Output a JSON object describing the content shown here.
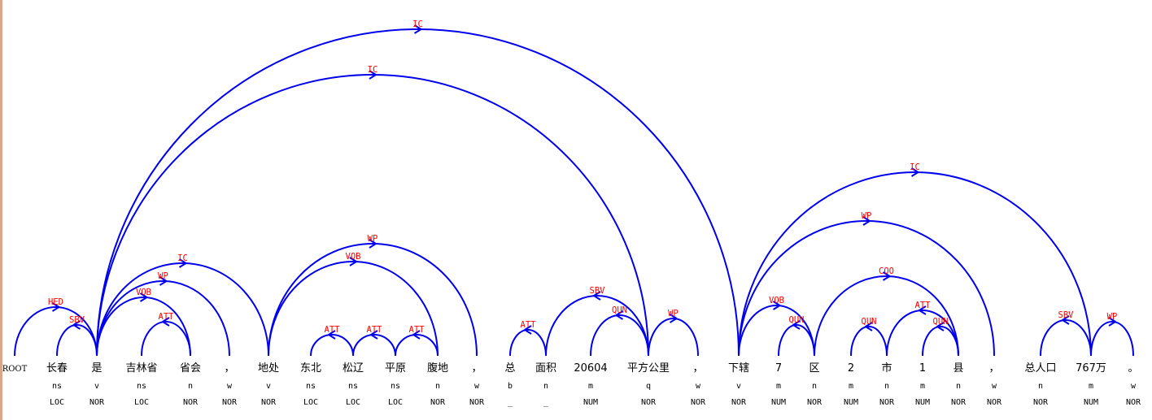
{
  "tokens": [
    {
      "word": "ROOT",
      "pos": "",
      "ne": ""
    },
    {
      "word": "长春",
      "pos": "ns",
      "ne": "LOC"
    },
    {
      "word": "是",
      "pos": "v",
      "ne": "NOR"
    },
    {
      "word": "吉林省",
      "pos": "ns",
      "ne": "LOC"
    },
    {
      "word": "省会",
      "pos": "n",
      "ne": "NOR"
    },
    {
      "word": "，",
      "pos": "w",
      "ne": "NOR"
    },
    {
      "word": "地处",
      "pos": "v",
      "ne": "NOR"
    },
    {
      "word": "东北",
      "pos": "ns",
      "ne": "LOC"
    },
    {
      "word": "松辽",
      "pos": "ns",
      "ne": "LOC"
    },
    {
      "word": "平原",
      "pos": "ns",
      "ne": "LOC"
    },
    {
      "word": "腹地",
      "pos": "n",
      "ne": "NOR"
    },
    {
      "word": "，",
      "pos": "w",
      "ne": "NOR"
    },
    {
      "word": "总",
      "pos": "b",
      "ne": "_"
    },
    {
      "word": "面积",
      "pos": "n",
      "ne": "_"
    },
    {
      "word": "20604",
      "pos": "m",
      "ne": "NUM"
    },
    {
      "word": "平方公里",
      "pos": "q",
      "ne": "NOR"
    },
    {
      "word": "，",
      "pos": "w",
      "ne": "NOR"
    },
    {
      "word": "下辖",
      "pos": "v",
      "ne": "NOR"
    },
    {
      "word": "7",
      "pos": "m",
      "ne": "NUM"
    },
    {
      "word": "区",
      "pos": "n",
      "ne": "NOR"
    },
    {
      "word": "2",
      "pos": "m",
      "ne": "NUM"
    },
    {
      "word": "市",
      "pos": "n",
      "ne": "NOR"
    },
    {
      "word": "1",
      "pos": "m",
      "ne": "NUM"
    },
    {
      "word": "县",
      "pos": "n",
      "ne": "NOR"
    },
    {
      "word": "，",
      "pos": "w",
      "ne": "NOR"
    },
    {
      "word": "总人口",
      "pos": "n",
      "ne": "NOR"
    },
    {
      "word": "767万",
      "pos": "m",
      "ne": "NUM"
    },
    {
      "word": "。",
      "pos": "w",
      "ne": "NOR"
    }
  ],
  "arcs": [
    {
      "head": 0,
      "dep": 2,
      "rel": "HED"
    },
    {
      "head": 2,
      "dep": 1,
      "rel": "SBV"
    },
    {
      "head": 2,
      "dep": 4,
      "rel": "VOB"
    },
    {
      "head": 4,
      "dep": 3,
      "rel": "ATT"
    },
    {
      "head": 2,
      "dep": 5,
      "rel": "WP"
    },
    {
      "head": 2,
      "dep": 6,
      "rel": "IC"
    },
    {
      "head": 6,
      "dep": 10,
      "rel": "VOB"
    },
    {
      "head": 6,
      "dep": 11,
      "rel": "WP"
    },
    {
      "head": 8,
      "dep": 7,
      "rel": "ATT"
    },
    {
      "head": 9,
      "dep": 8,
      "rel": "ATT"
    },
    {
      "head": 10,
      "dep": 9,
      "rel": "ATT"
    },
    {
      "head": 13,
      "dep": 12,
      "rel": "ATT"
    },
    {
      "head": 15,
      "dep": 13,
      "rel": "SBV"
    },
    {
      "head": 15,
      "dep": 14,
      "rel": "QUN"
    },
    {
      "head": 15,
      "dep": 16,
      "rel": "WP"
    },
    {
      "head": 2,
      "dep": 15,
      "rel": "IC"
    },
    {
      "head": 2,
      "dep": 17,
      "rel": "IC"
    },
    {
      "head": 17,
      "dep": 19,
      "rel": "VOB"
    },
    {
      "head": 19,
      "dep": 18,
      "rel": "QUN"
    },
    {
      "head": 19,
      "dep": 23,
      "rel": "COO"
    },
    {
      "head": 21,
      "dep": 20,
      "rel": "QUN"
    },
    {
      "head": 23,
      "dep": 21,
      "rel": "ATT"
    },
    {
      "head": 23,
      "dep": 22,
      "rel": "QUN"
    },
    {
      "head": 17,
      "dep": 24,
      "rel": "WP"
    },
    {
      "head": 17,
      "dep": 26,
      "rel": "IC"
    },
    {
      "head": 26,
      "dep": 25,
      "rel": "SBV"
    },
    {
      "head": 26,
      "dep": 27,
      "rel": "WP"
    }
  ],
  "colors": {
    "arc": "#0000ee",
    "relation_label": "#ff0000",
    "text": "#000000"
  }
}
